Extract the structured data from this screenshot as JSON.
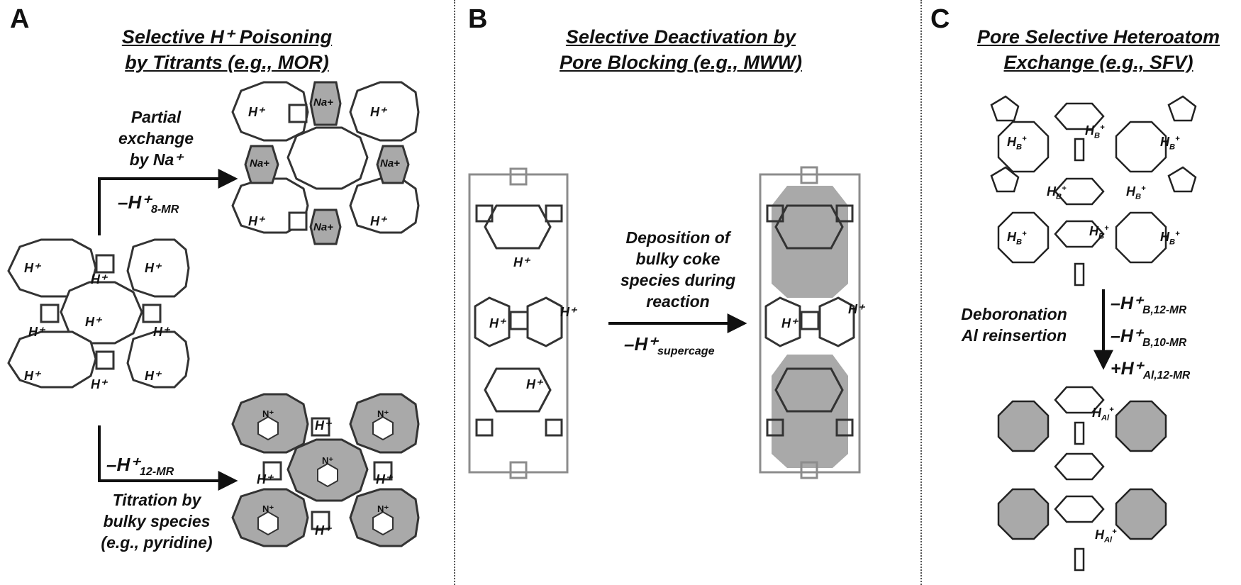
{
  "panels": {
    "A": {
      "letter": "A",
      "title_l1": "Selective H⁺ Poisoning",
      "title_l2": "by Titrants (e.g., MOR)",
      "top_path": {
        "l1": "Partial",
        "l2": "exchange",
        "l3": "by Na⁺",
        "removed": "–H⁺",
        "removed_sub": "8-MR"
      },
      "bottom_path": {
        "removed": "–H⁺",
        "removed_sub": "12-MR",
        "l1": "Titration by",
        "l2": "bulky species",
        "l3": "(e.g., pyridine)"
      },
      "site_label": "H⁺",
      "cation_label": "Na+",
      "pyridinium_label": "N⁺",
      "pyridinium_h": "H"
    },
    "B": {
      "letter": "B",
      "title_l1": "Selective Deactivation by",
      "title_l2": "Pore Blocking (e.g., MWW)",
      "arrow_l1": "Deposition of",
      "arrow_l2": "bulky coke",
      "arrow_l3": "species during",
      "arrow_l4": "reaction",
      "removed": "–H⁺",
      "removed_sub": "supercage",
      "site_label": "H⁺"
    },
    "C": {
      "letter": "C",
      "title_l1": "Pore Selective Heteroatom",
      "title_l2": "Exchange (e.g., SFV)",
      "process_l1": "Deboronation",
      "process_l2": "Al reinsertion",
      "change_1": "–H⁺",
      "change_1_sub": "B,12-MR",
      "change_2": "–H⁺",
      "change_2_sub": "B,10-MR",
      "change_3": "+H⁺",
      "change_3_sub": "Al,12-MR",
      "site_b": "H",
      "site_b_sub": "B",
      "site_b_sup": "+",
      "site_al": "H",
      "site_al_sub": "Al",
      "site_al_sup": "+"
    }
  },
  "colors": {
    "stroke": "#333333",
    "fill_shaded": "#a9a9a9",
    "light_stroke": "#8c8c8c"
  }
}
